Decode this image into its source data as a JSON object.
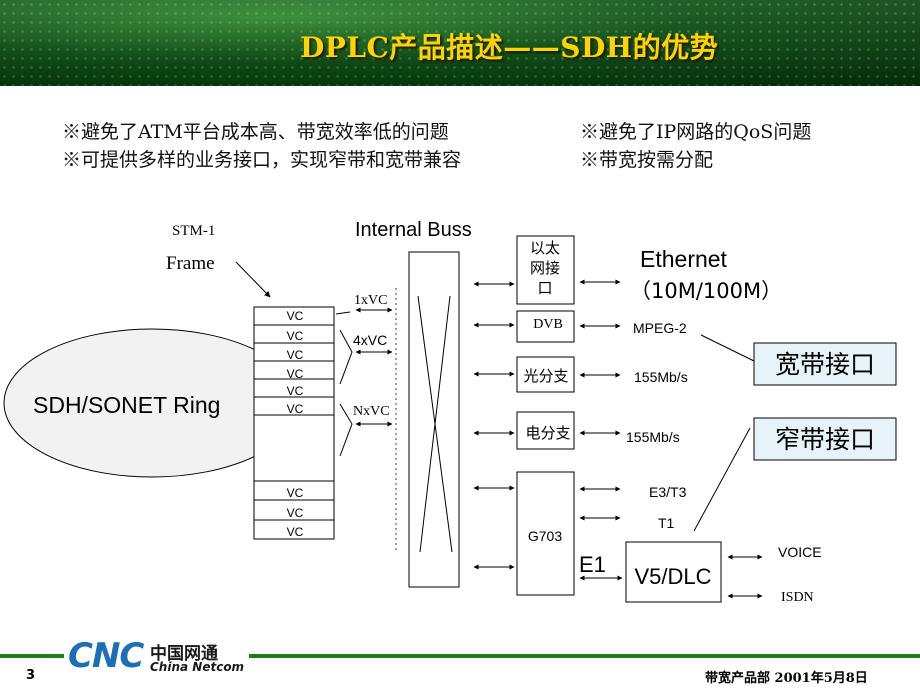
{
  "header": {
    "title": "DPLC产品描述——SDH的优势"
  },
  "bullets": {
    "left": [
      "※避免了ATM平台成本高、带宽效率低的问题",
      "※可提供多样的业务接口，实现窄带和宽带兼容"
    ],
    "right": [
      "※避免了IP网路的QoS问题",
      "※带宽按需分配"
    ]
  },
  "diagram": {
    "stm_label": "STM-1",
    "frame_label": "Frame",
    "ring_label": "SDH/SONET Ring",
    "vc_label": "VC",
    "internal_buss": "Internal Buss",
    "link_1xvc": "1xVC",
    "link_4xvc": "4xVC",
    "link_nxvc": "NxVC",
    "ethernet_box": [
      "以太",
      "网接",
      "口"
    ],
    "ethernet_label": "Ethernet",
    "ethernet_speed": "（10M/100M）",
    "dvb_box": "DVB",
    "mpeg_label": "MPEG-2",
    "optical_box": "光分支",
    "optical_rate": "155Mb/s",
    "electrical_box": "电分支",
    "electrical_rate": "155Mb/s",
    "g703_box": "G703",
    "e3t3": "E3/T3",
    "t1": "T1",
    "e1": "E1",
    "v5_box": "V5/DLC",
    "voice": "VOICE",
    "isdn": "ISDN",
    "broadband_callout": "宽带接口",
    "narrowband_callout": "窄带接口"
  },
  "footer": {
    "page_number": "3",
    "logo_main": "CNC",
    "logo_cn": "中国网通",
    "logo_en": "China Netcom",
    "right_text": "带宽产品部  2001年5月8日"
  },
  "colors": {
    "banner_green": "#0a4d12",
    "title_yellow": "#ffd400",
    "callout_fill": "#e6f3f8",
    "ring_fill": "#f2f2f2"
  }
}
